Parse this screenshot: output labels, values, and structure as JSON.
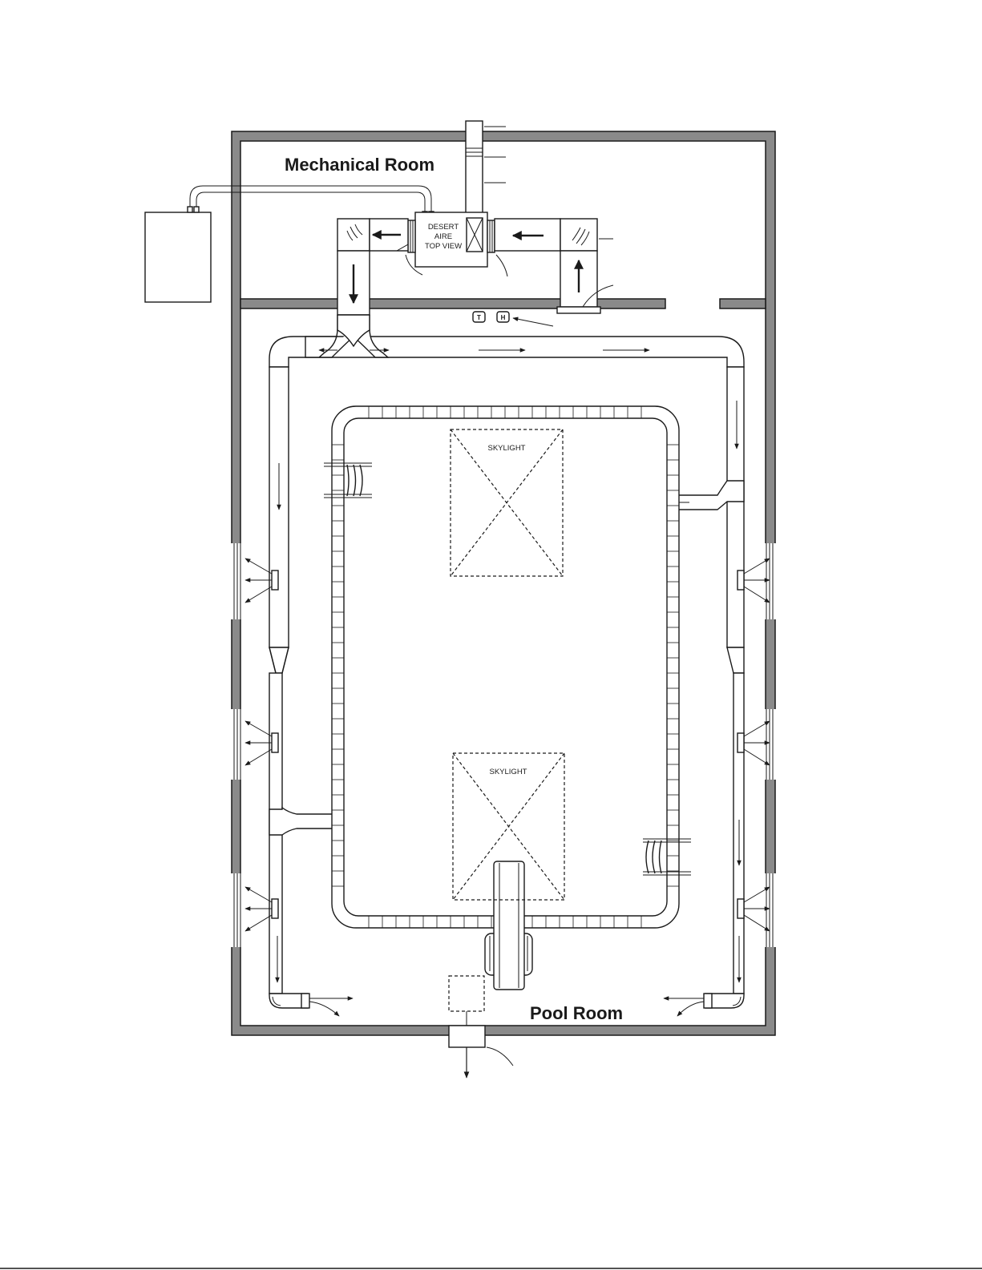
{
  "labels": {
    "mechanical_room": "Mechanical Room",
    "pool_room": "Pool Room",
    "unit_line1": "DESERT",
    "unit_line2": "AIRE",
    "unit_line3": "TOP VIEW",
    "skylight_top": "SKYLIGHT",
    "skylight_bottom": "SKYLIGHT",
    "thermostat": "T",
    "humidistat": "H"
  },
  "colors": {
    "wall_fill": "#8a8a8a",
    "line": "#1a1a1a",
    "duct_fill": "#ffffff"
  }
}
